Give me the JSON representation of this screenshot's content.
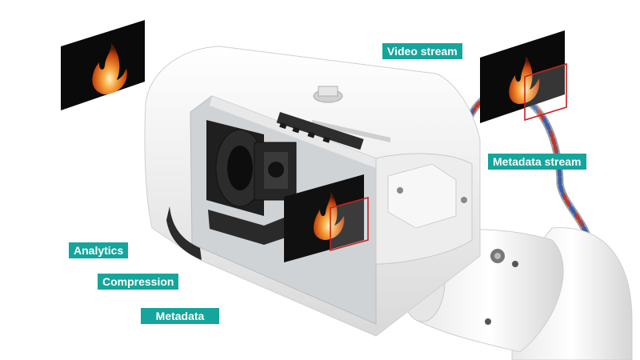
{
  "labels": {
    "video_stream": "Video stream",
    "metadata_stream": "Metadata stream",
    "analytics": "Analytics",
    "compression": "Compression",
    "metadata": "Metadata"
  },
  "colors": {
    "label_bg": "#14a59c",
    "label_text": "#ffffff",
    "detection_box": "#cc1f1f",
    "camera_body": "#f2f2f2",
    "frame_bg": "#0a0a0a",
    "cable_red": "#c0392b",
    "cable_blue": "#3b5ea8"
  },
  "icons": {
    "frame_content": "flame-icon",
    "overlay": "bounding-box-icon"
  }
}
